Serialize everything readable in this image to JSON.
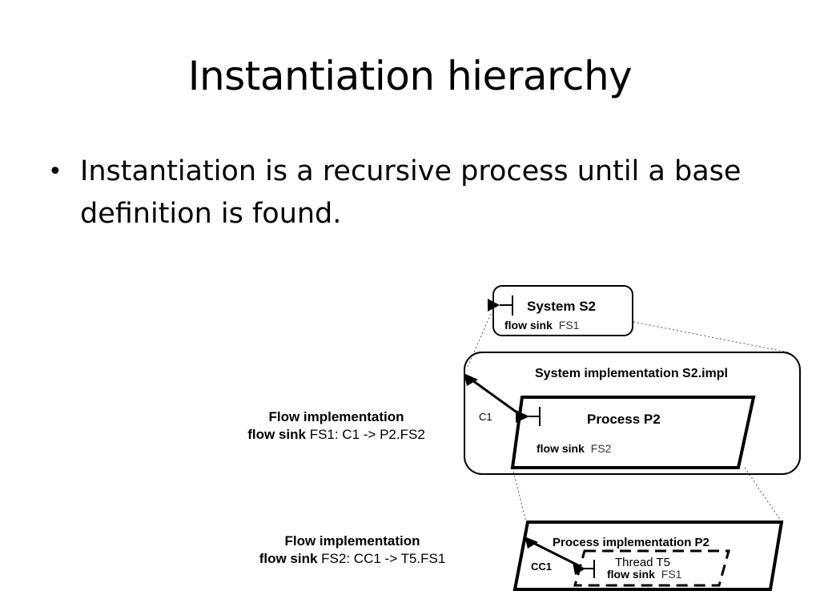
{
  "slide": {
    "title": "Instantiation hierarchy",
    "bullet": "Instantiation is a recursive process until a base definition is found."
  },
  "diagram": {
    "system": {
      "title": "System S2",
      "kw": "flow sink",
      "id": "FS1"
    },
    "system_impl": {
      "title": "System implementation S2.impl",
      "conn": "C1"
    },
    "process": {
      "title": "Process P2",
      "kw": "flow sink",
      "id": "FS2"
    },
    "process_impl": {
      "title": "Process implementation P2",
      "conn": "CC1"
    },
    "thread": {
      "title": "Thread T5",
      "kw": "flow sink",
      "id": "FS1"
    },
    "flow_impl_1": {
      "heading": "Flow implementation",
      "kw": "flow sink",
      "rest": "FS1: C1 -> P2.FS2"
    },
    "flow_impl_2": {
      "heading": "Flow implementation",
      "kw": "flow sink",
      "rest": "FS2: CC1 -> T5.FS1"
    }
  },
  "colors": {
    "stroke": "#000000",
    "id_text": "#333333",
    "dotted": "#555555"
  }
}
